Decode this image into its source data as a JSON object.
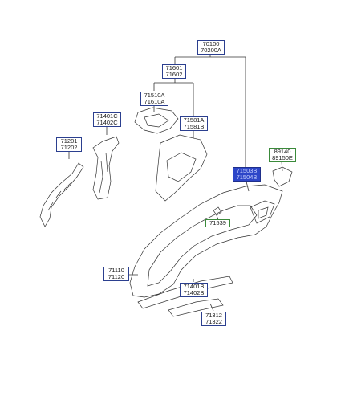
{
  "colors": {
    "label_border": "#2b3f8f",
    "label_selected_bg": "#2d46c8",
    "accessory_border": "#3a8a3a",
    "line": "#333333"
  },
  "labels": {
    "top": [
      "70100",
      "70200A"
    ],
    "group_71601": [
      "71601",
      "71602"
    ],
    "group_71510": [
      "71510A",
      "71610A"
    ],
    "group_71581": [
      "71581A",
      "71581B"
    ],
    "group_71401c": [
      "71401C",
      "71402C"
    ],
    "group_71201": [
      "71201",
      "71202"
    ],
    "group_71503": [
      "71503B",
      "71504B"
    ],
    "group_89140": [
      "89140",
      "89150E"
    ],
    "single_71539": [
      "71539"
    ],
    "group_71110": [
      "71110",
      "71120"
    ],
    "group_71401b": [
      "71401B",
      "71402B"
    ],
    "group_71312": [
      "71312",
      "71322"
    ]
  }
}
